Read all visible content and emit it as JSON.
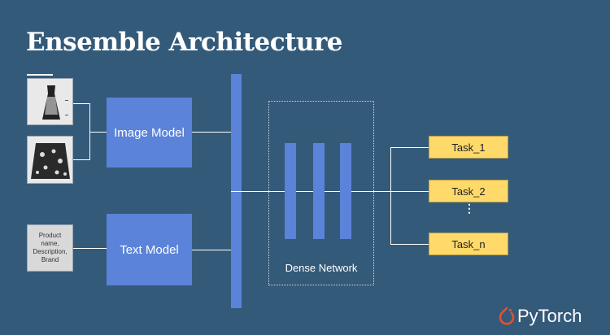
{
  "slide": {
    "title": "Ensemble Architecture"
  },
  "inputs": {
    "image_1": "dress-image",
    "image_2": "skirt-image",
    "text": "Product name, Description, Brand"
  },
  "models": {
    "image_model": "Image Model",
    "text_model": "Text Model"
  },
  "dense": {
    "label": "Dense Network"
  },
  "tasks": {
    "task_1": "Task_1",
    "task_2": "Task_2",
    "ellipsis": "⋮",
    "task_n": "Task_n"
  },
  "branding": {
    "logo_text": "PyTorch"
  },
  "colors": {
    "background": "#345a7a",
    "model_blue": "#5b83d9",
    "task_yellow": "#ffd96a",
    "input_gray": "#d9d9d9",
    "line": "#ffffff",
    "pytorch_orange": "#ee4c2c"
  }
}
